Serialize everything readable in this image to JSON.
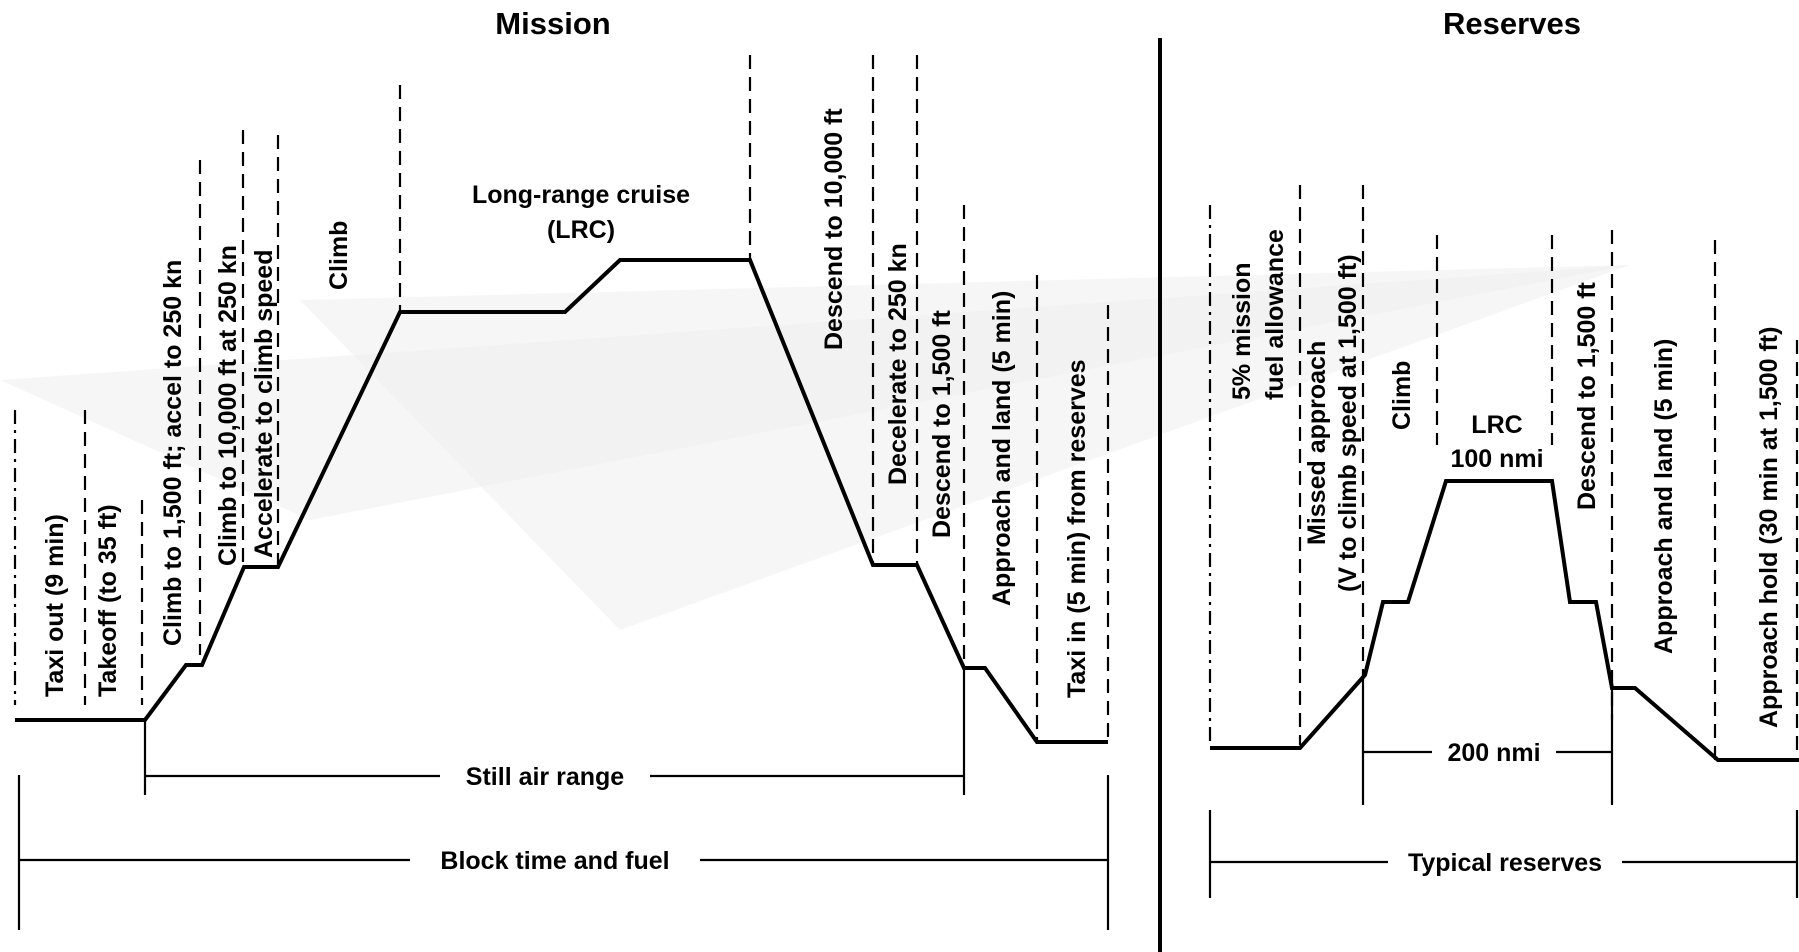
{
  "mission": {
    "title": "Mission",
    "phases": {
      "taxi_out": "Taxi out (9 min)",
      "takeoff": "Takeoff (to 35 ft)",
      "climb_1500": "Climb to 1,500 ft; accel to 250 kn",
      "climb_10000": "Climb to 10,000 ft at 250 kn",
      "accelerate": "Accelerate to climb speed",
      "climb": "Climb",
      "cruise_line1": "Long-range cruise",
      "cruise_line2": "(LRC)",
      "descend_10000": "Descend to 10,000 ft",
      "decelerate": "Decelerate to 250 kn",
      "descend_1500": "Descend to 1,500 ft",
      "approach_land": "Approach and land (5 min)",
      "taxi_in": "Taxi in (5 min) from reserves"
    },
    "spans": {
      "still_air_range": "Still air range",
      "block_time_fuel": "Block time and fuel"
    }
  },
  "reserves": {
    "title": "Reserves",
    "phases": {
      "fuel_allowance_line1": "5% mission",
      "fuel_allowance_line2": "fuel allowance",
      "missed_approach_line1": "Missed approach",
      "missed_approach_line2": "(V to climb speed at 1,500 ft)",
      "climb": "Climb",
      "lrc_line1": "LRC",
      "lrc_line2": "100 nmi",
      "descend_1500": "Descend to 1,500 ft",
      "approach_land": "Approach and land (5 min)",
      "approach_hold": "Approach hold (30 min at 1,500 ft)"
    },
    "spans": {
      "distance": "200 nmi",
      "typical_reserves": "Typical reserves"
    }
  }
}
